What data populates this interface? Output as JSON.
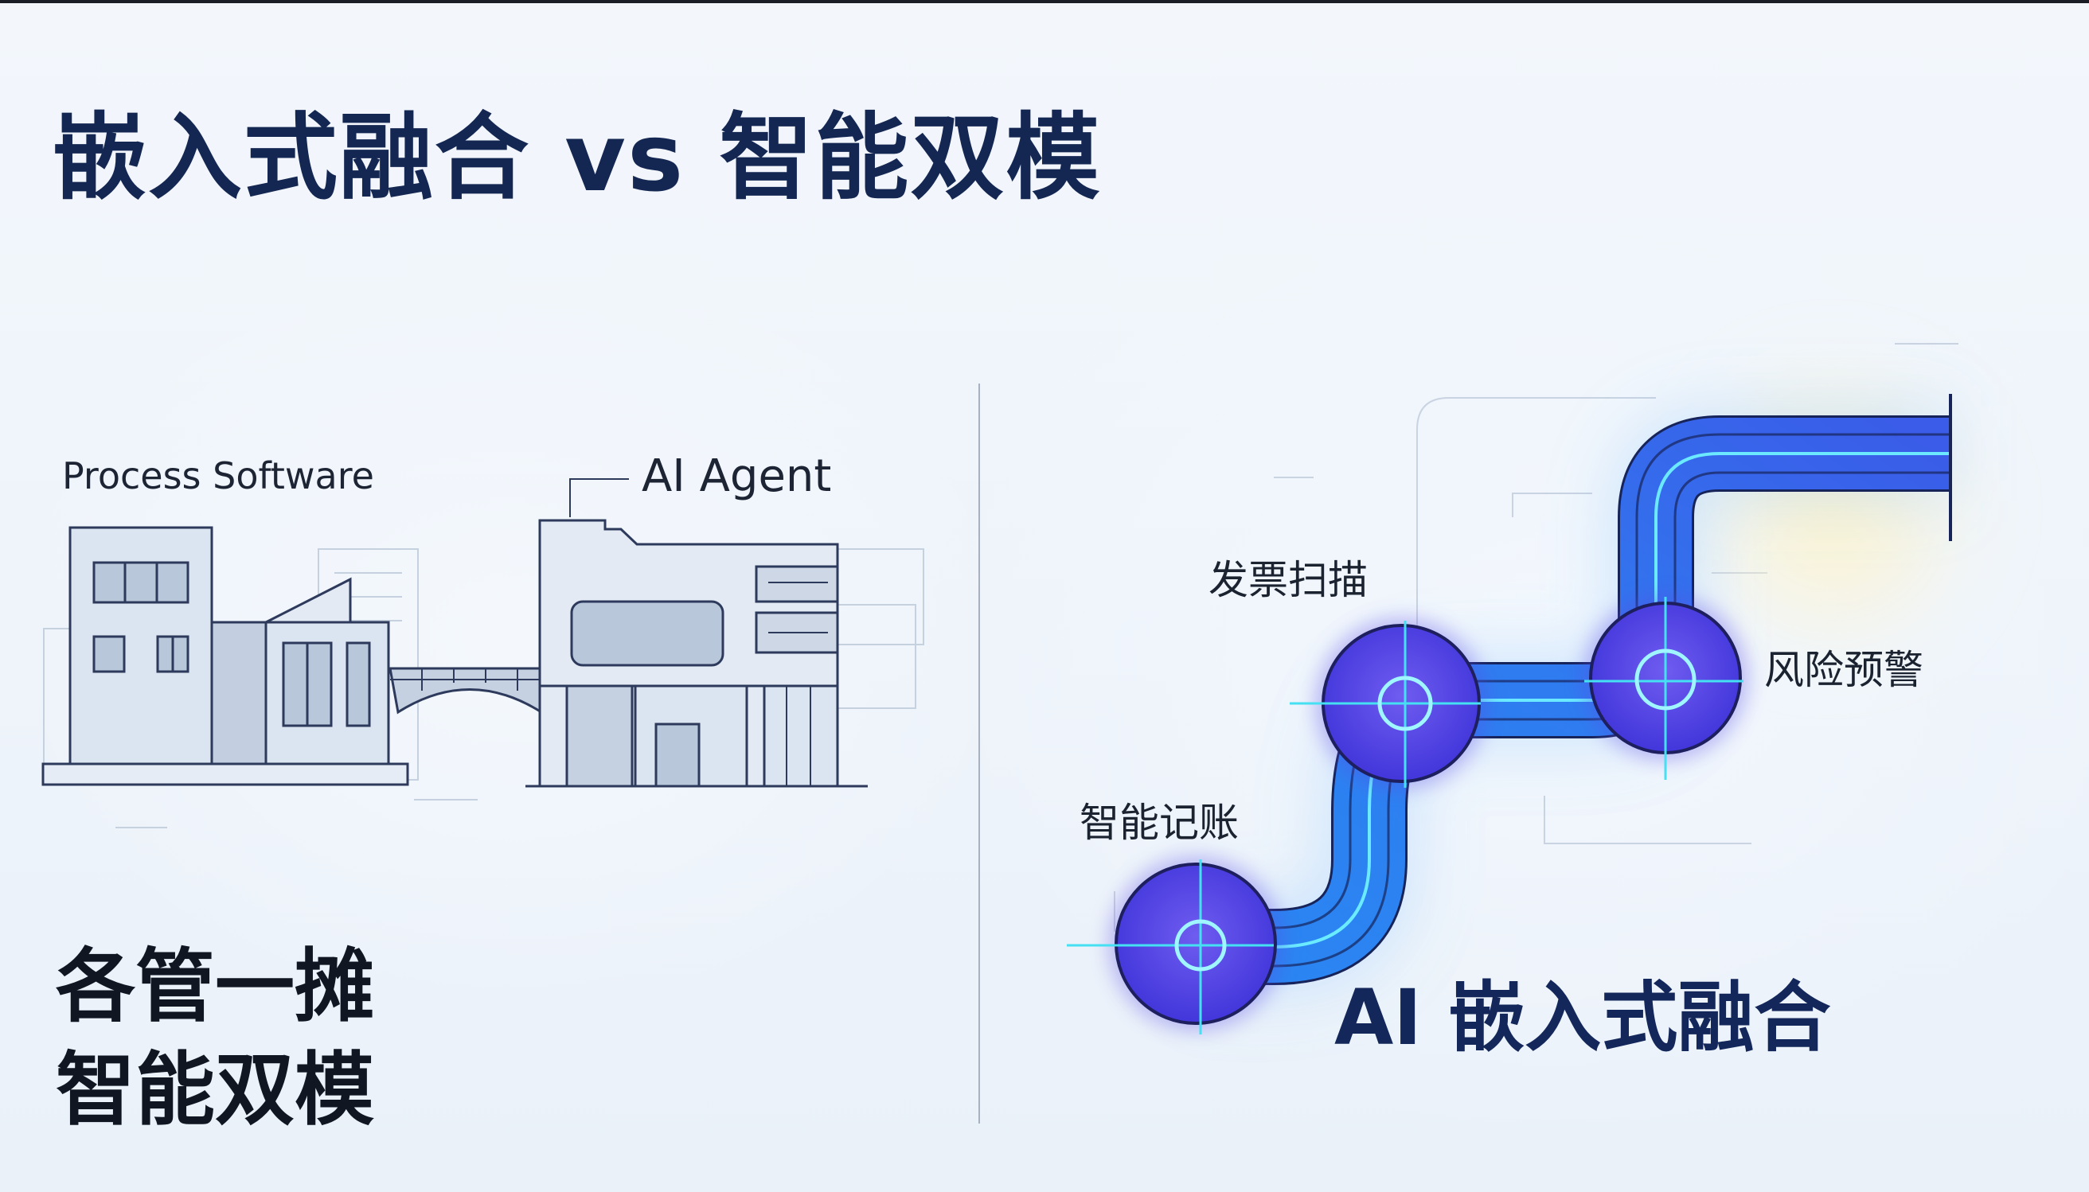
{
  "title": "嵌入式融合 vs 智能双模",
  "left_panel": {
    "process_label": "Process Software",
    "agent_label": "AI Agent",
    "caption_line1": "各管一摊",
    "caption_line2": "智能双模"
  },
  "right_panel": {
    "node_invoice": "发票扫描",
    "node_risk": "风险预警",
    "node_ledger": "智能记账",
    "caption": "AI 嵌入式融合"
  },
  "colors": {
    "title": "#142652",
    "pipe_blue": "#2f7bf0",
    "node_purple": "#5b49e6",
    "glow_cyan": "#45e0f2",
    "sketch_line": "#2d3a5c"
  },
  "icons": [
    "building-sketch-icon",
    "agent-building-sketch-icon",
    "bridge-icon",
    "pipe-network-icon"
  ]
}
